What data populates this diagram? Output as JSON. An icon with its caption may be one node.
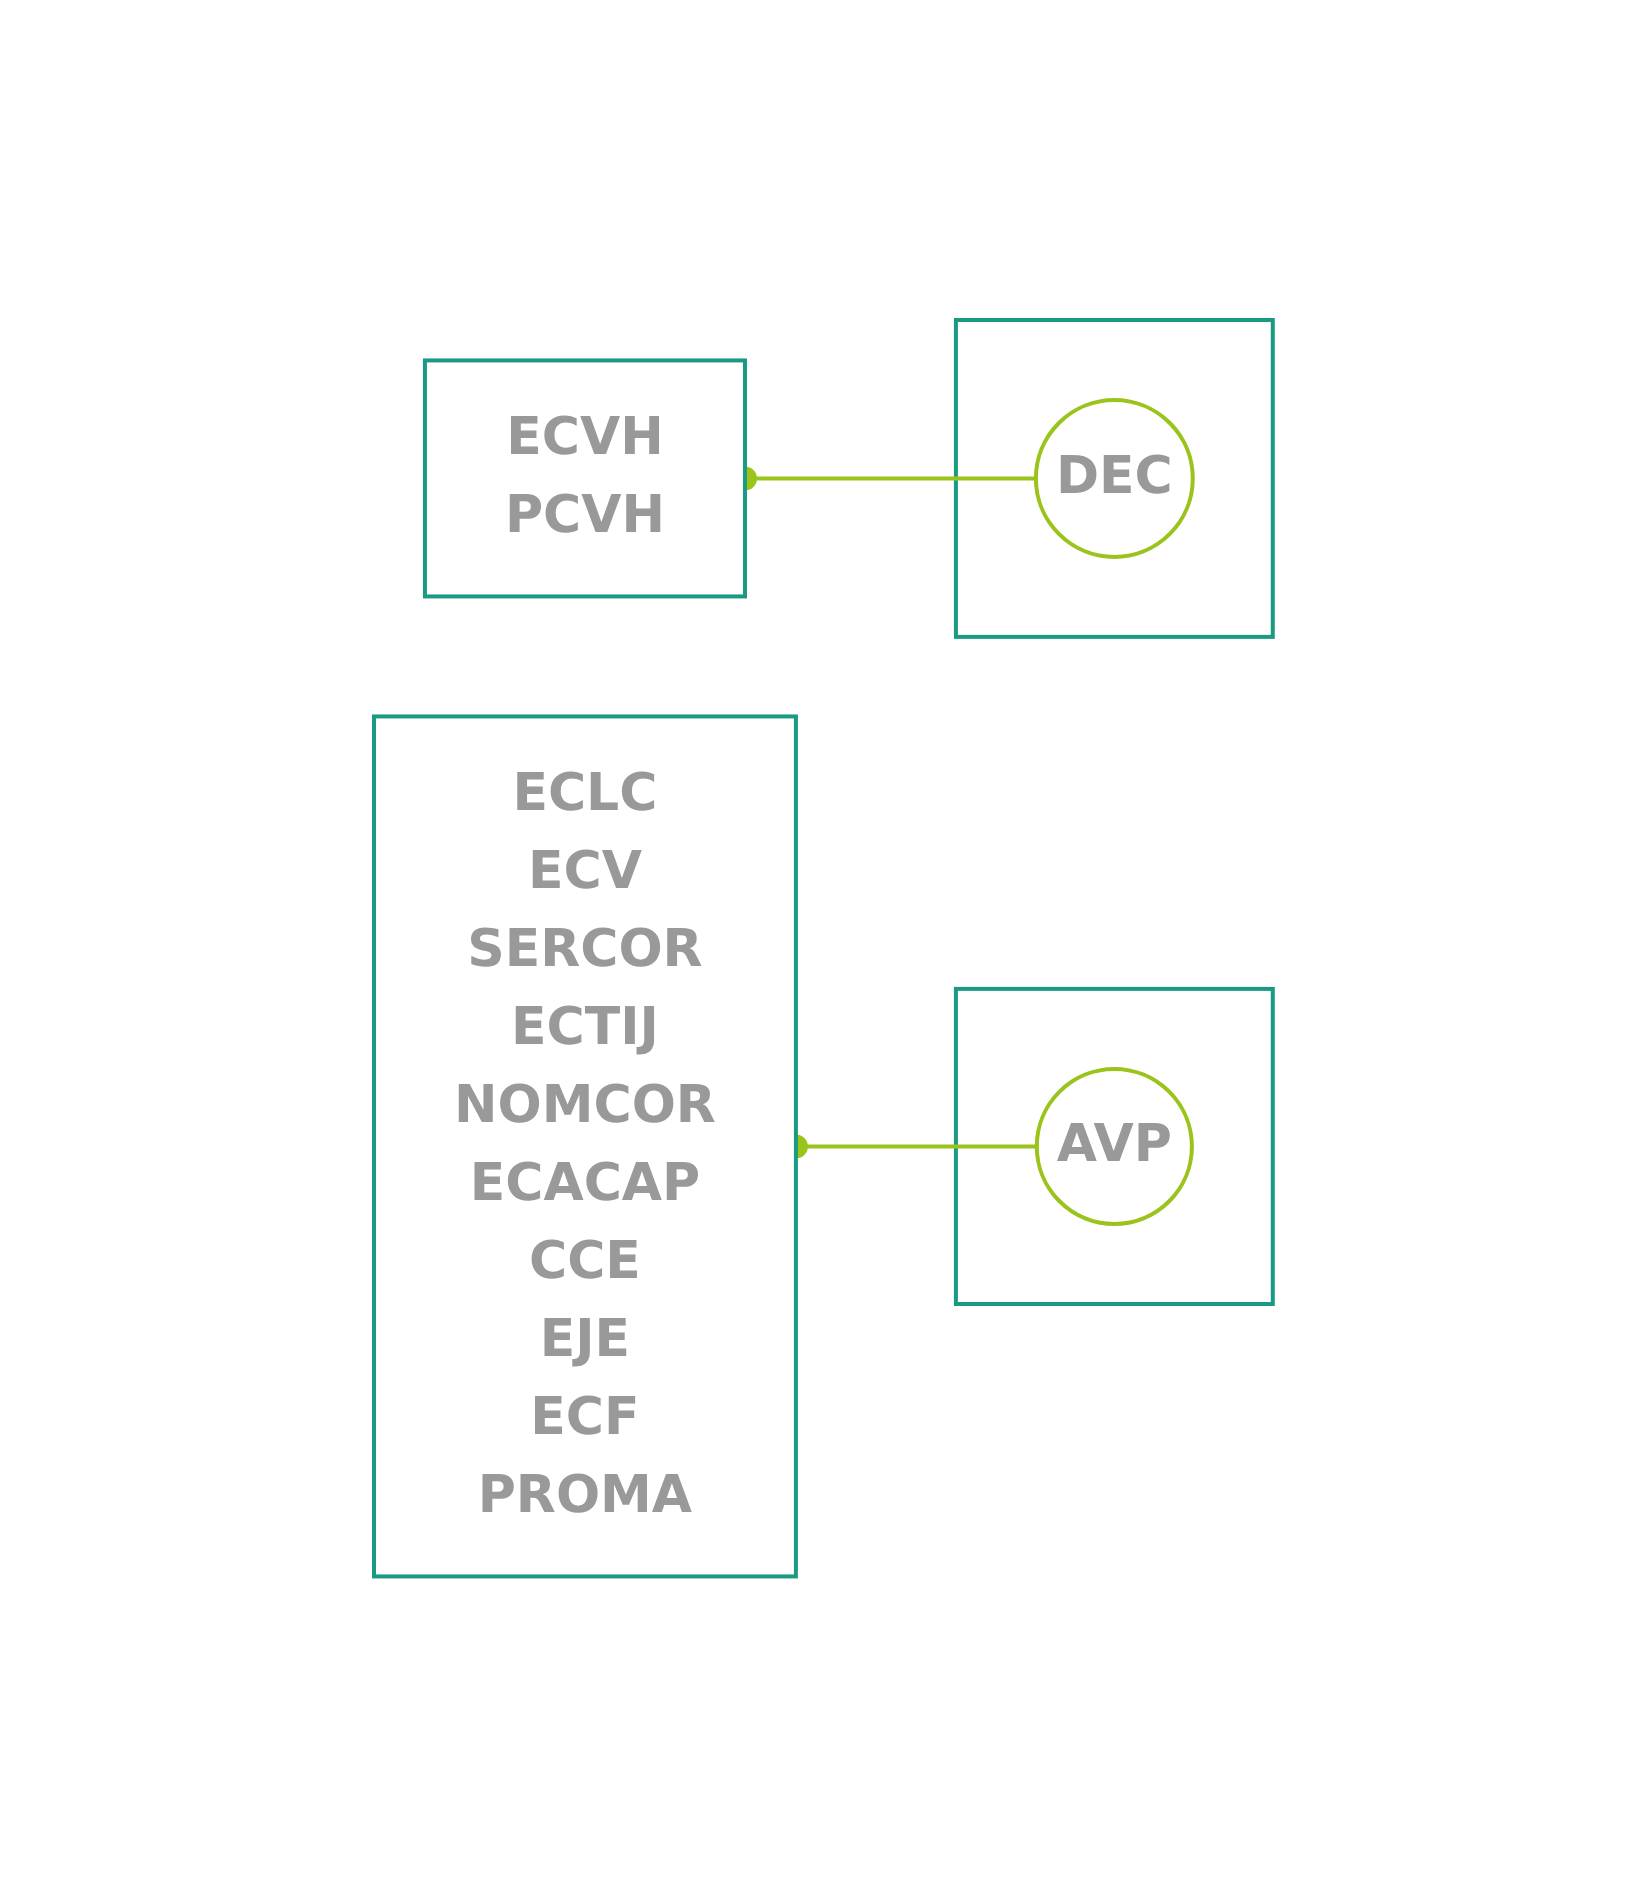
{
  "diagram": {
    "nodes": [
      {
        "text": [
          "ECLC",
          "ECV",
          "SERCOR",
          "ECTIJ",
          "NOMCOR",
          "ECACAP",
          "CCE",
          "EJE",
          "ECF",
          "PROMA"
        ]
      },
      {
        "text": [],
        "shape": "box"
      },
      {
        "text": [
          "AVP"
        ],
        "in": 1
      },
      {
        "text": [
          "ECVH",
          "PCVH"
        ]
      },
      {
        "text": [],
        "shape": "box"
      },
      {
        "text": [
          "DEC"
        ],
        "in": 4
      }
    ],
    "edges": [
      {
        "from": 0,
        "to": 2,
        "arrow": "other"
      },
      {
        "from": 3,
        "to": 5,
        "arrow": "other"
      }
    ]
  }
}
